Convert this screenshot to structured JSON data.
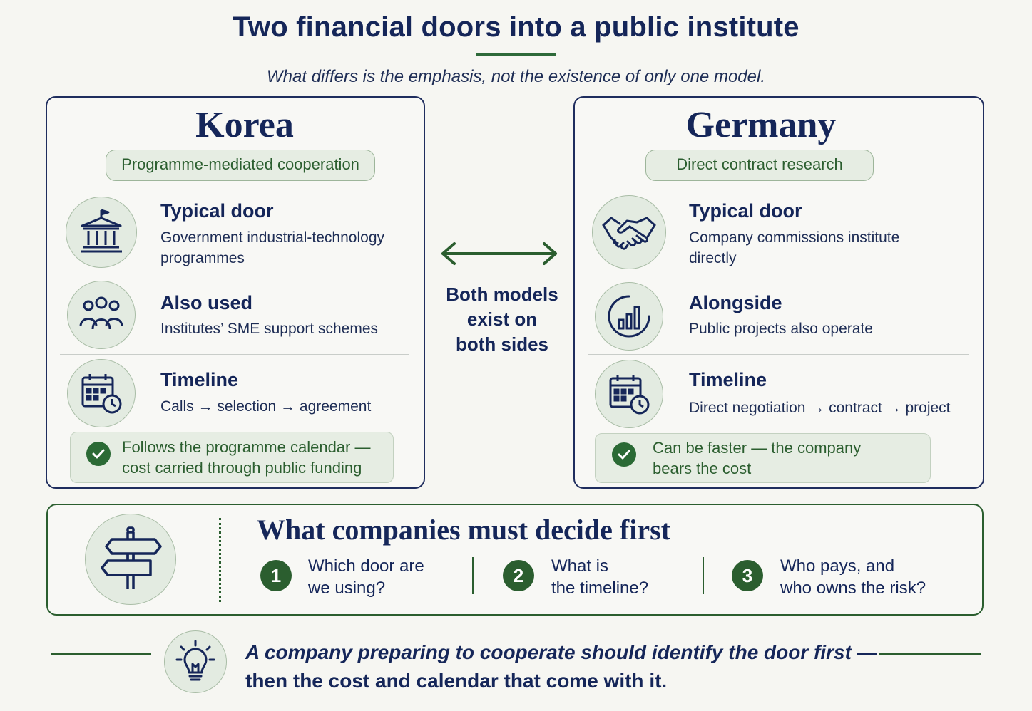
{
  "header": {
    "title": "Two financial doors into a public institute",
    "subtitle": "What differs is the emphasis, not the existence of only one model."
  },
  "korea": {
    "name": "Korea",
    "tag": "Programme-mediated cooperation",
    "rows": [
      {
        "icon": "government-building-icon",
        "heading": "Typical door",
        "text_l1": "Government industrial-technology",
        "text_l2": "programmes"
      },
      {
        "icon": "people-group-icon",
        "heading": "Also used",
        "text_l1": "Institutes’ SME support schemes"
      },
      {
        "icon": "calendar-clock-icon",
        "heading": "Timeline",
        "text_l1": "Calls → selection → agreement"
      }
    ],
    "note_l1": "Follows the programme calendar —",
    "note_l2": "cost carried through public funding"
  },
  "germany": {
    "name": "Germany",
    "tag": "Direct contract research",
    "rows": [
      {
        "icon": "handshake-icon",
        "heading": "Typical door",
        "text_l1": "Company commissions institute",
        "text_l2": "directly"
      },
      {
        "icon": "bar-chart-icon",
        "heading": "Alongside",
        "text_l1": "Public projects also operate"
      },
      {
        "icon": "calendar-clock-icon",
        "heading": "Timeline",
        "text_l1": "Direct negotiation → contract → project"
      }
    ],
    "note_l1": "Can be faster — the company",
    "note_l2": "bears the cost"
  },
  "middle": {
    "l1": "Both models",
    "l2": "exist on",
    "l3": "both sides"
  },
  "decide": {
    "title": "What companies must decide first",
    "questions": [
      {
        "num": "1",
        "l1": "Which door are",
        "l2": "we using?"
      },
      {
        "num": "2",
        "l1": "What is",
        "l2": "the timeline?"
      },
      {
        "num": "3",
        "l1": "Who pays, and",
        "l2": "who owns the risk?"
      }
    ]
  },
  "footer": {
    "l1": "A company preparing to cooperate should identify the door first —",
    "l2": "then the cost and calendar that come with it."
  },
  "colors": {
    "navy": "#152659",
    "green": "#2b5e2f",
    "pale_green": "#e6ede3",
    "background": "#f6f6f2"
  }
}
